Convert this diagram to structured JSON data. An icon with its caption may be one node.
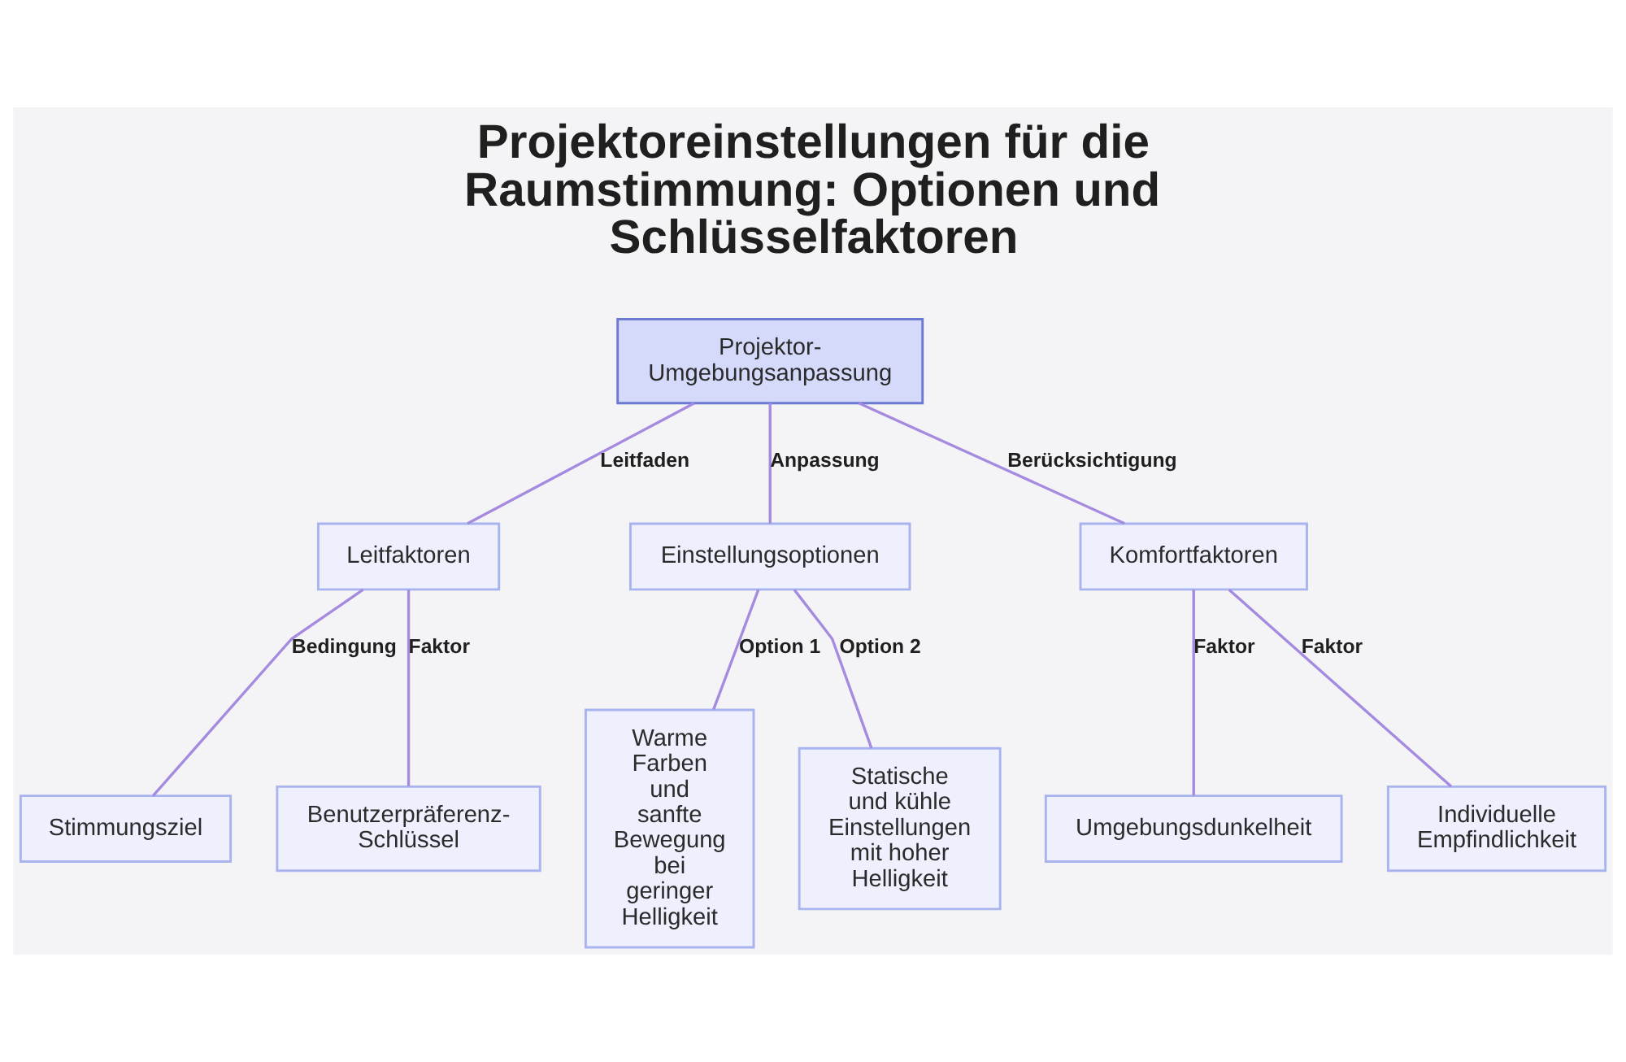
{
  "diagram": {
    "title": "Projektoreinstellungen für die Raumstimmung: Optionen und Schlüsselfaktoren",
    "nodes": [
      {
        "text": [
          "Projektor-Umgebungsanpassung"
        ]
      },
      {
        "text": [
          "Leitfaktoren"
        ]
      },
      {
        "text": [
          "Einstellungsoptionen"
        ]
      },
      {
        "text": [
          "Komfortfaktoren"
        ]
      },
      {
        "text": [
          "Stimmungsziel"
        ]
      },
      {
        "text": [
          "Benutzerpräferenz-Schlüssel"
        ]
      },
      {
        "text": [
          "Warme Farben und sanfte Bewegung bei geringer Helligkeit"
        ]
      },
      {
        "text": [
          "Statische und kühle Einstellungen mit hoher Helligkeit"
        ]
      },
      {
        "text": [
          "Umgebungsdunkelheit"
        ]
      },
      {
        "text": [
          "Individuelle Empfindlichkeit"
        ]
      }
    ],
    "edges": [
      {
        "from": 0,
        "to": 1,
        "arrow": "none",
        "label": "Leitfaden"
      },
      {
        "from": 0,
        "to": 2,
        "arrow": "none",
        "label": "Anpassung"
      },
      {
        "from": 0,
        "to": 3,
        "arrow": "none",
        "label": "Berücksichtigung"
      },
      {
        "from": 1,
        "to": 4,
        "arrow": "none",
        "label": "Bedingung"
      },
      {
        "from": 1,
        "to": 5,
        "arrow": "none",
        "label": "Faktor"
      },
      {
        "from": 2,
        "to": 6,
        "arrow": "none",
        "label": "Option 1"
      },
      {
        "from": 2,
        "to": 7,
        "arrow": "none",
        "label": "Option 2"
      },
      {
        "from": 3,
        "to": 8,
        "arrow": "none",
        "label": "Faktor"
      },
      {
        "from": 3,
        "to": 9,
        "arrow": "none",
        "label": "Faktor"
      }
    ]
  }
}
